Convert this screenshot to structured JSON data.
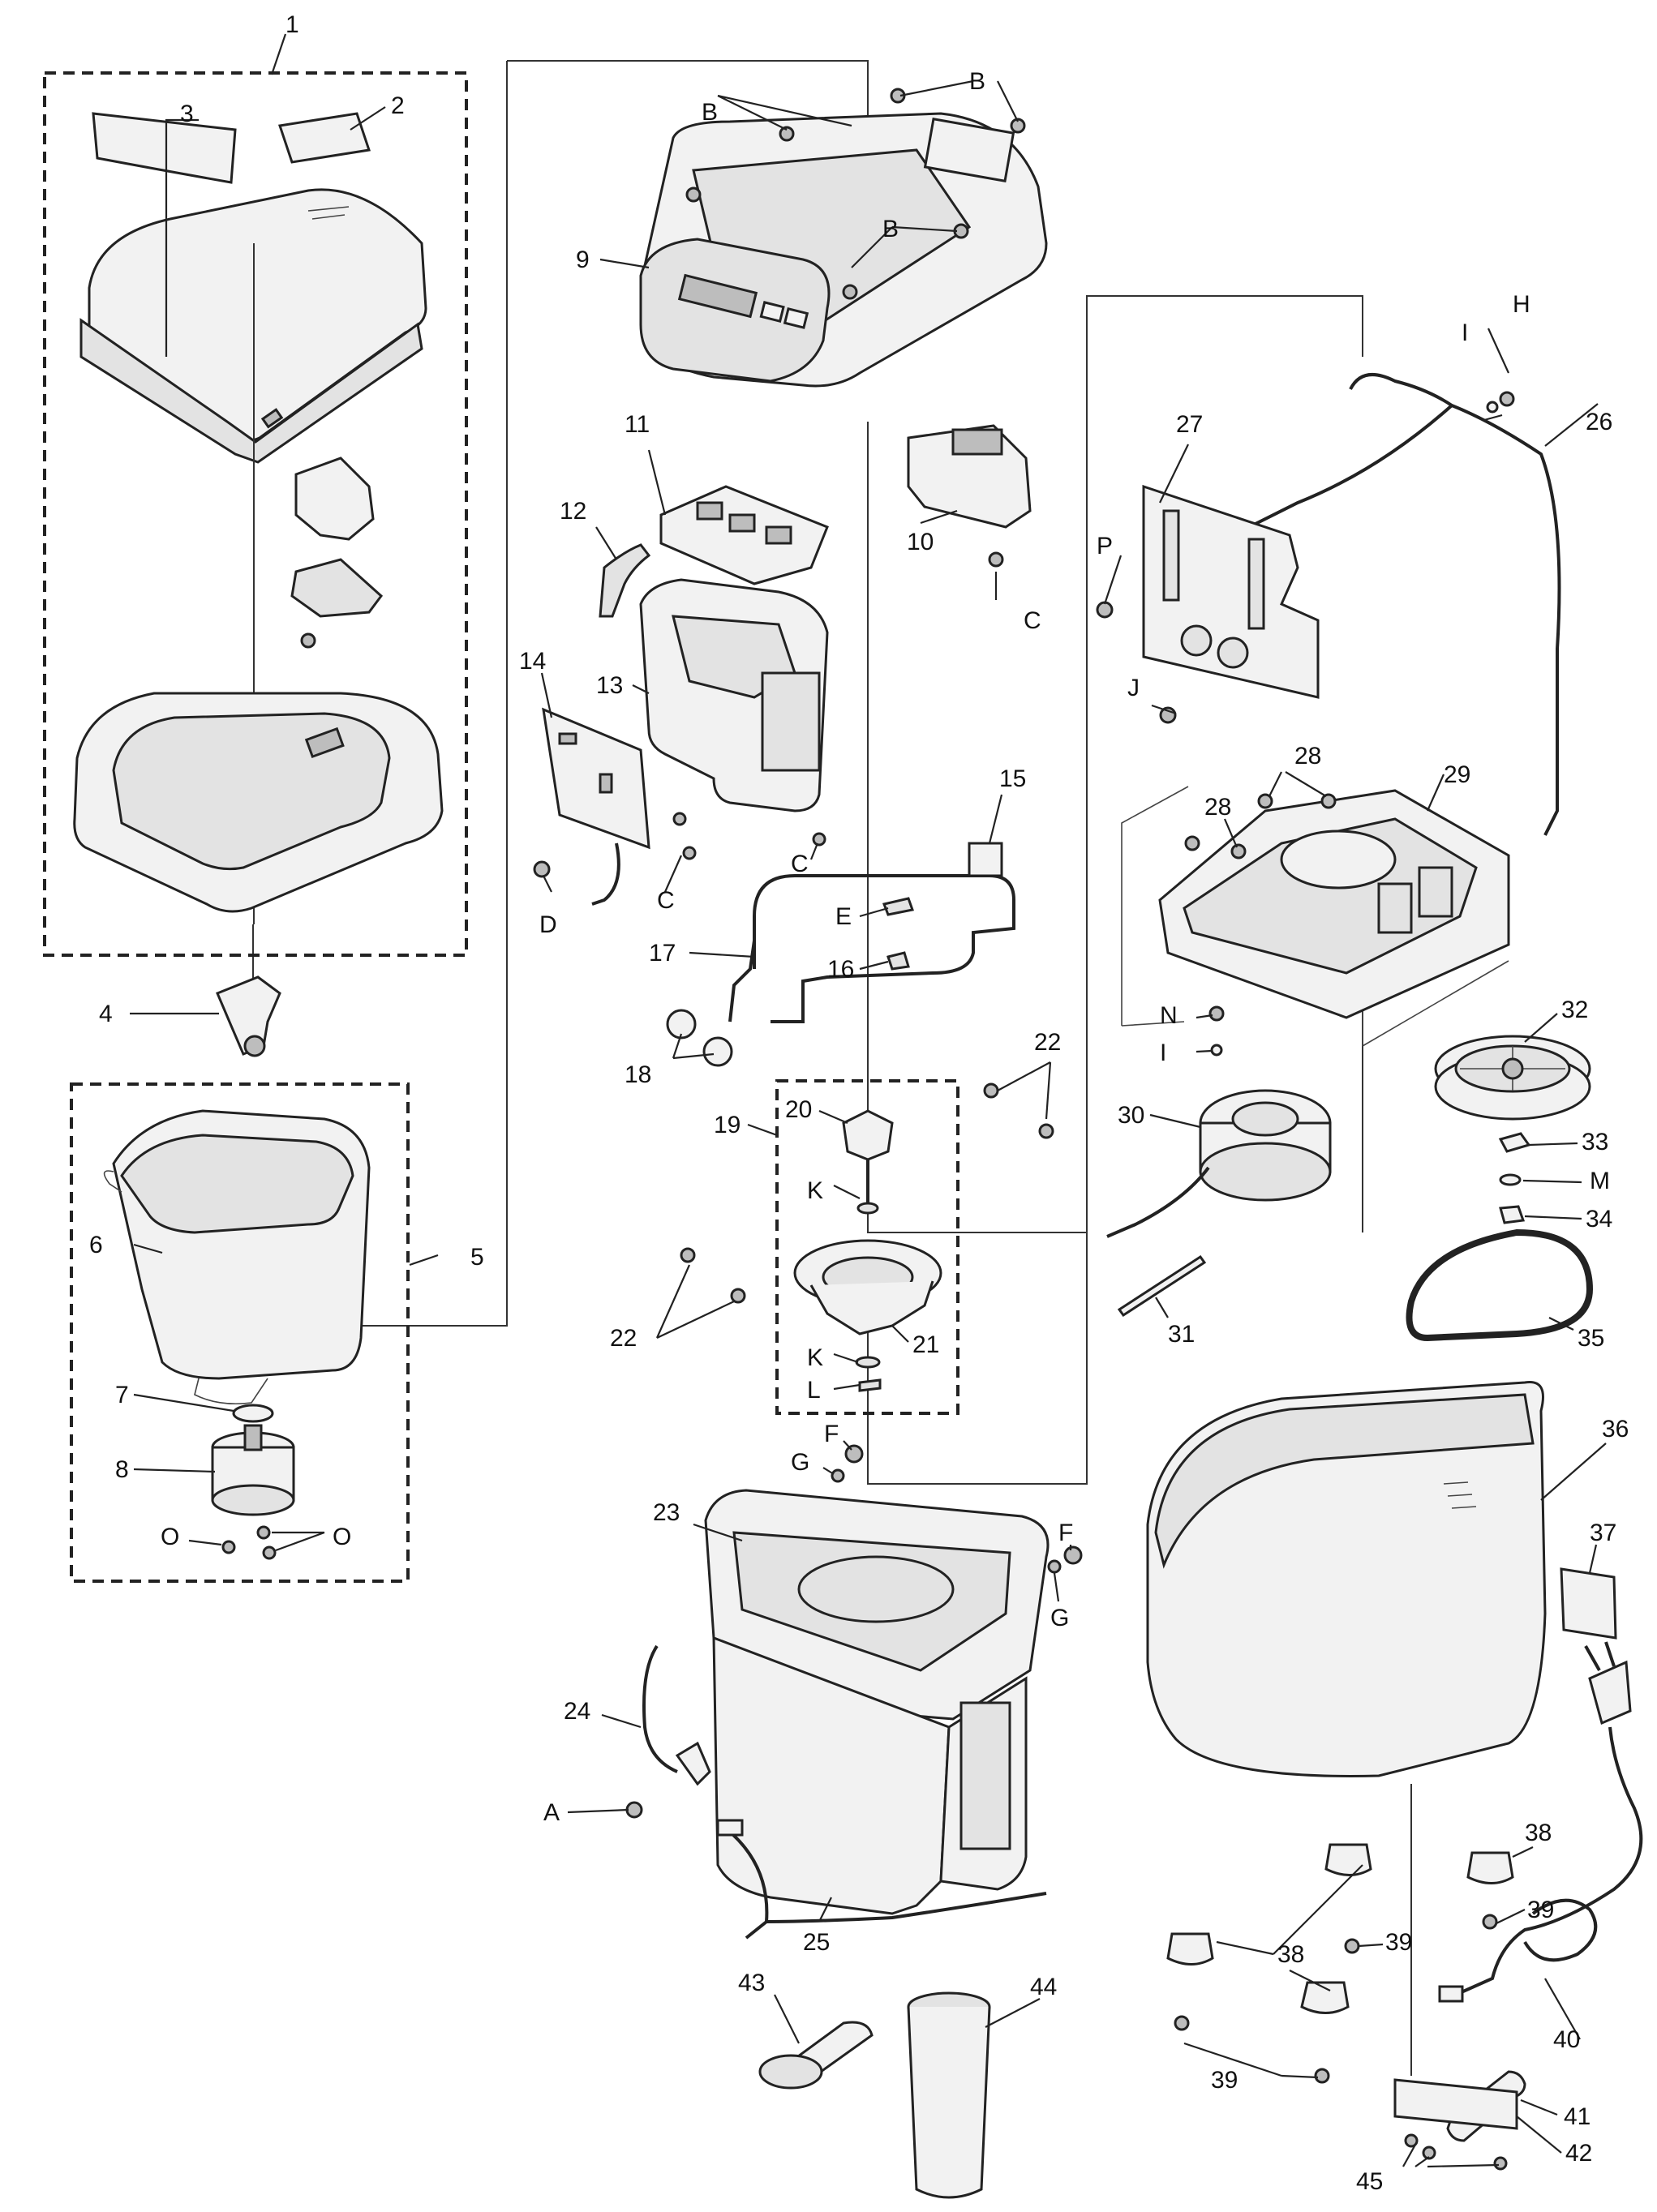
{
  "callouts": {
    "c1": "1",
    "c2": "2",
    "c3": "3",
    "c4": "4",
    "c5": "5",
    "c6": "6",
    "c7": "7",
    "c8": "8",
    "c9": "9",
    "c10": "10",
    "c11": "11",
    "c12": "12",
    "c13": "13",
    "c14": "14",
    "c15": "15",
    "c16": "16",
    "c17": "17",
    "c18": "18",
    "c19": "19",
    "c20": "20",
    "c21": "21",
    "c22": "22",
    "c23": "23",
    "c24": "24",
    "c25": "25",
    "c26": "26",
    "c27": "27",
    "c28": "28",
    "c29": "29",
    "c30": "30",
    "c31": "31",
    "c32": "32",
    "c33": "33",
    "c34": "34",
    "c35": "35",
    "c36": "36",
    "c37": "37",
    "c38": "38",
    "c39": "39",
    "c40": "40",
    "c41": "41",
    "c42": "42",
    "c43": "43",
    "c44": "44",
    "c45": "45"
  },
  "screws": {
    "A": "A",
    "B": "B",
    "C": "C",
    "D": "D",
    "E": "E",
    "F": "F",
    "G": "G",
    "H": "H",
    "I": "I",
    "J": "J",
    "K": "K",
    "L": "L",
    "M": "M",
    "N": "N",
    "O": "O",
    "P": "P"
  }
}
